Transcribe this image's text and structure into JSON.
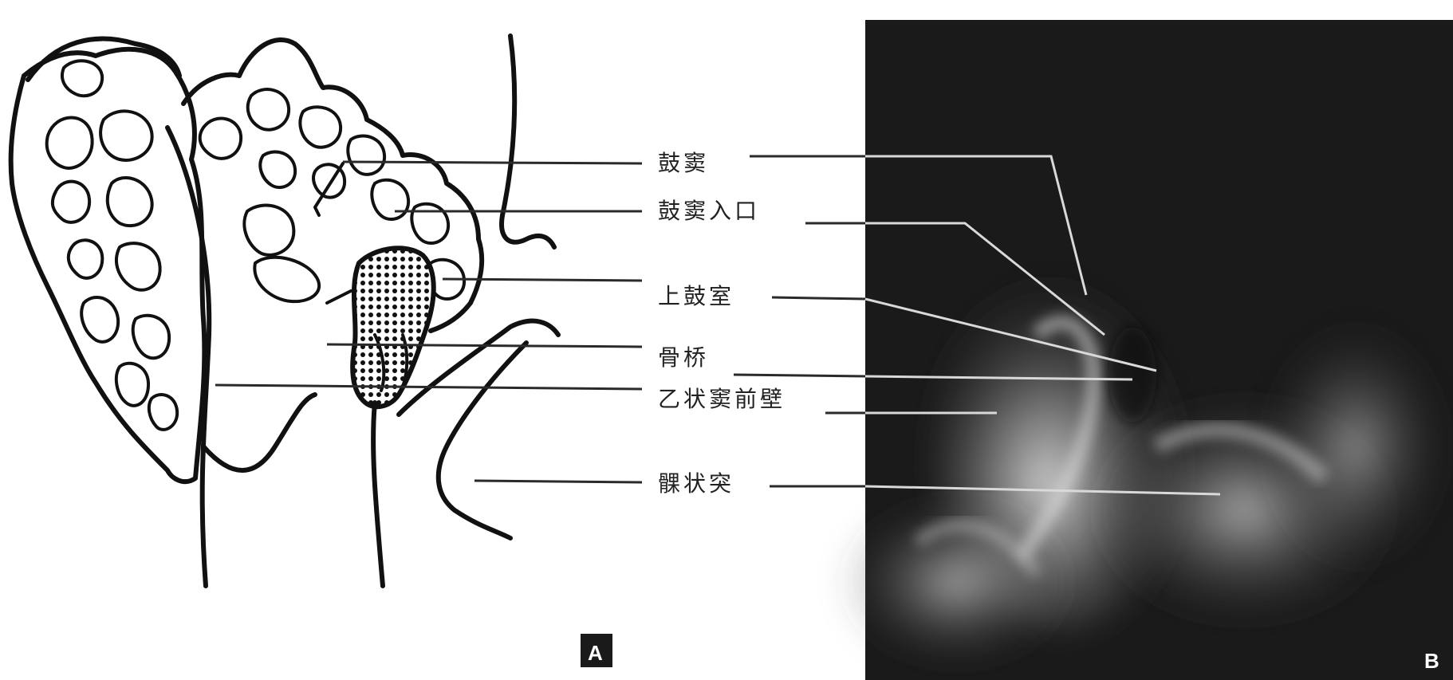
{
  "labels": {
    "tympanic_sinus": "鼓窦",
    "aditus": "鼓窦入口",
    "epitympanum": "上鼓室",
    "bony_bridge": "骨桥",
    "sigmoid_anterior_wall": "乙状窦前壁",
    "condyle": "髁状突"
  },
  "panels": {
    "a": "A",
    "b": "B"
  }
}
